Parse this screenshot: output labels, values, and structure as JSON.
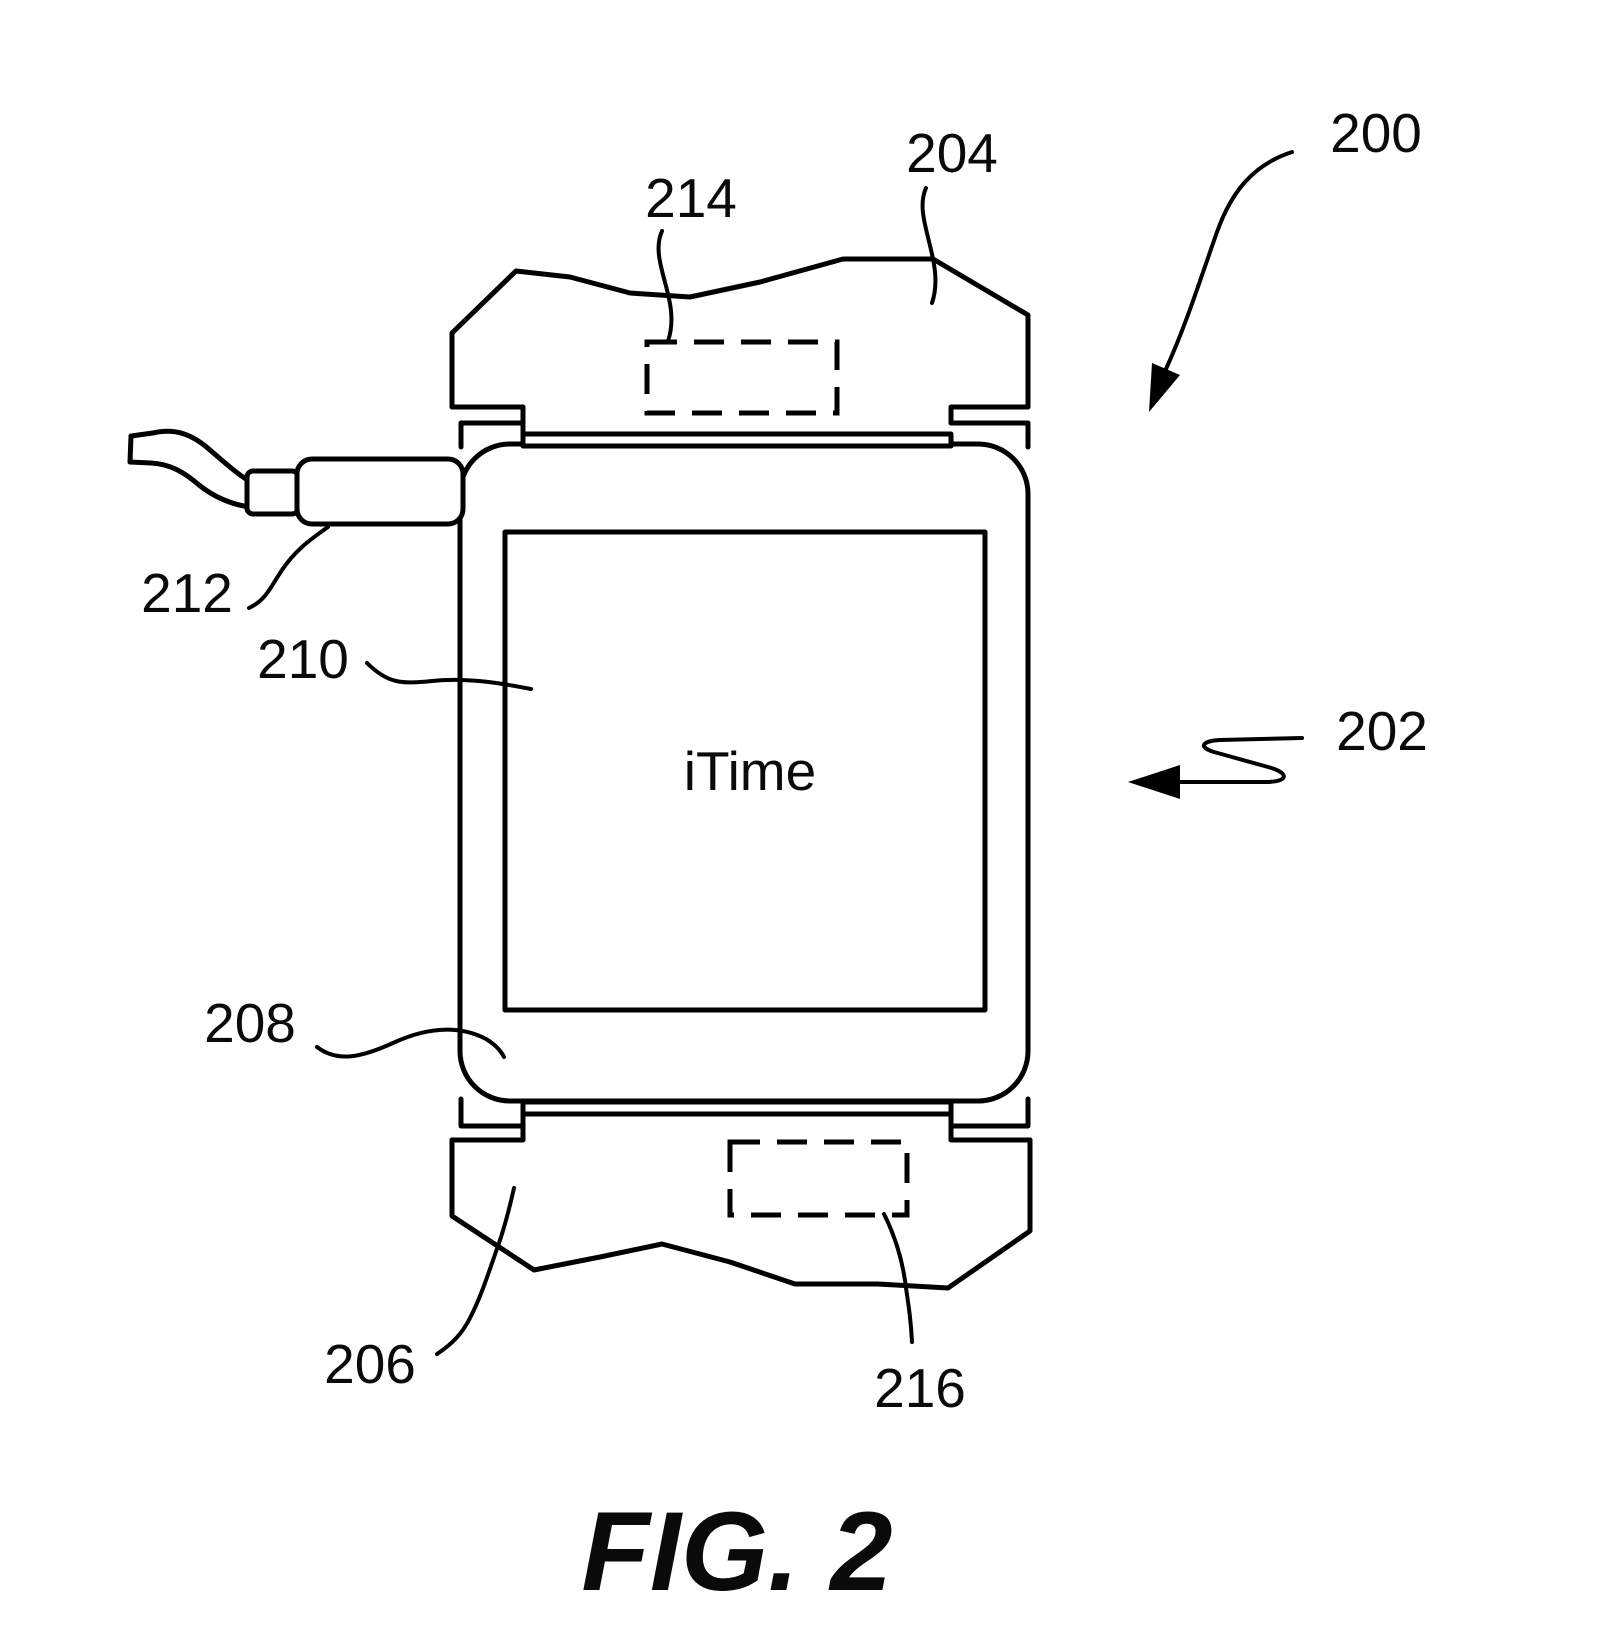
{
  "page": {
    "background_color": "#ffffff",
    "line_color": "#000000",
    "text_color": "#0a0a0a"
  },
  "figure": {
    "caption": "FIG. 2",
    "device_screen_text": "iTime",
    "reference_labels": {
      "assembly": "200",
      "device": "202",
      "top_strap": "204",
      "bottom_strap": "206",
      "case": "208",
      "display": "210",
      "connector": "212",
      "top_strap_module": "214",
      "bottom_strap_module": "216"
    }
  }
}
